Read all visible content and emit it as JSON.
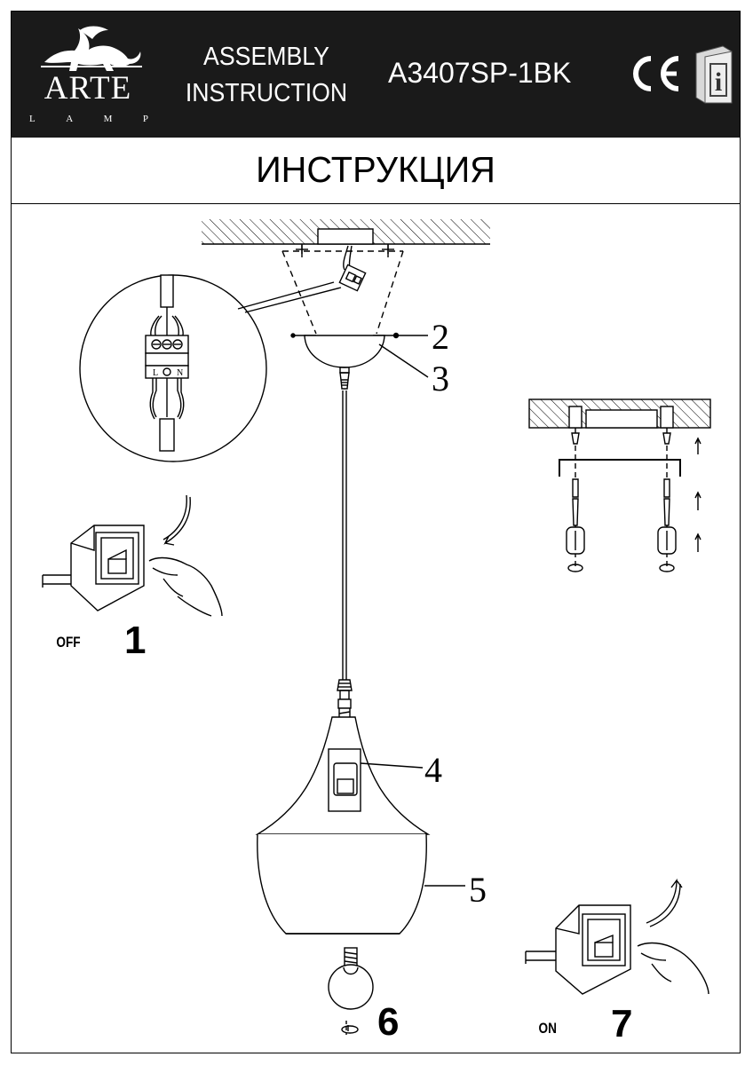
{
  "header": {
    "brand": {
      "name": "ARTE",
      "subtitle_letters": [
        "L",
        "A",
        "M",
        "P"
      ]
    },
    "title_lines": [
      "ASSEMBLY",
      "INSTRUCTION"
    ],
    "model": "A3407SP-1BK",
    "marks": {
      "ce": "CE",
      "info_icon": "info-manual-icon"
    }
  },
  "page_title": "ИНСТРУКЦИЯ",
  "callouts": [
    "2",
    "3",
    "4",
    "5"
  ],
  "steps": [
    {
      "number": "1",
      "switch_label": "OFF"
    },
    {
      "number": "6"
    },
    {
      "number": "7",
      "switch_label": "ON"
    }
  ],
  "diagram": {
    "icons": [
      "ceiling-mount-icon",
      "wire-connector-icon",
      "canopy-icon",
      "pendant-shade-icon",
      "bulb-icon",
      "wall-switch-icon",
      "hand-icon",
      "screw-anchor-icon"
    ]
  }
}
